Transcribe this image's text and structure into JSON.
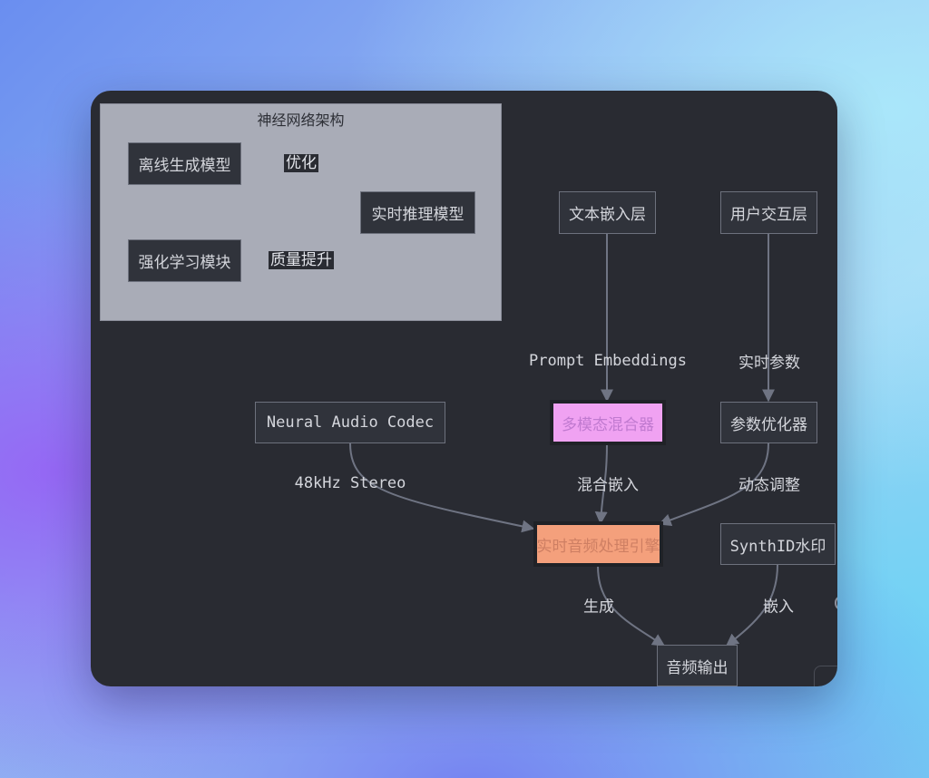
{
  "subgraph": {
    "title": "神经网络架构",
    "nodes": {
      "offline": "离线生成模型",
      "rl": "强化学习模块",
      "realtime_infer": "实时推理模型"
    },
    "edges": {
      "optimize": "优化",
      "quality": "质量提升"
    }
  },
  "nodes": {
    "text_embed": "文本嵌入层",
    "user_interact": "用户交互层",
    "codec": "Neural Audio Codec",
    "mixer": "多模态混合器",
    "param_opt": "参数优化器",
    "engine": "实时音频处理引擎",
    "synthid": "SynthID水印",
    "output": "音频输出"
  },
  "edges": {
    "prompt_embeddings": "Prompt Embeddings",
    "realtime_params": "实时参数",
    "stereo": "48kHz Stereo",
    "mixed_embed": "混合嵌入",
    "dynamic_adjust": "动态调整",
    "generate": "生成",
    "embed": "嵌入"
  },
  "colors": {
    "card_bg": "#292b32",
    "node_bg": "#30333b",
    "node_border": "#6d717d",
    "edge": "#6f7483",
    "subgraph_bg": "#a9acb7",
    "mixer_fill": "#f0a2f2",
    "engine_fill": "#f4a07c"
  }
}
